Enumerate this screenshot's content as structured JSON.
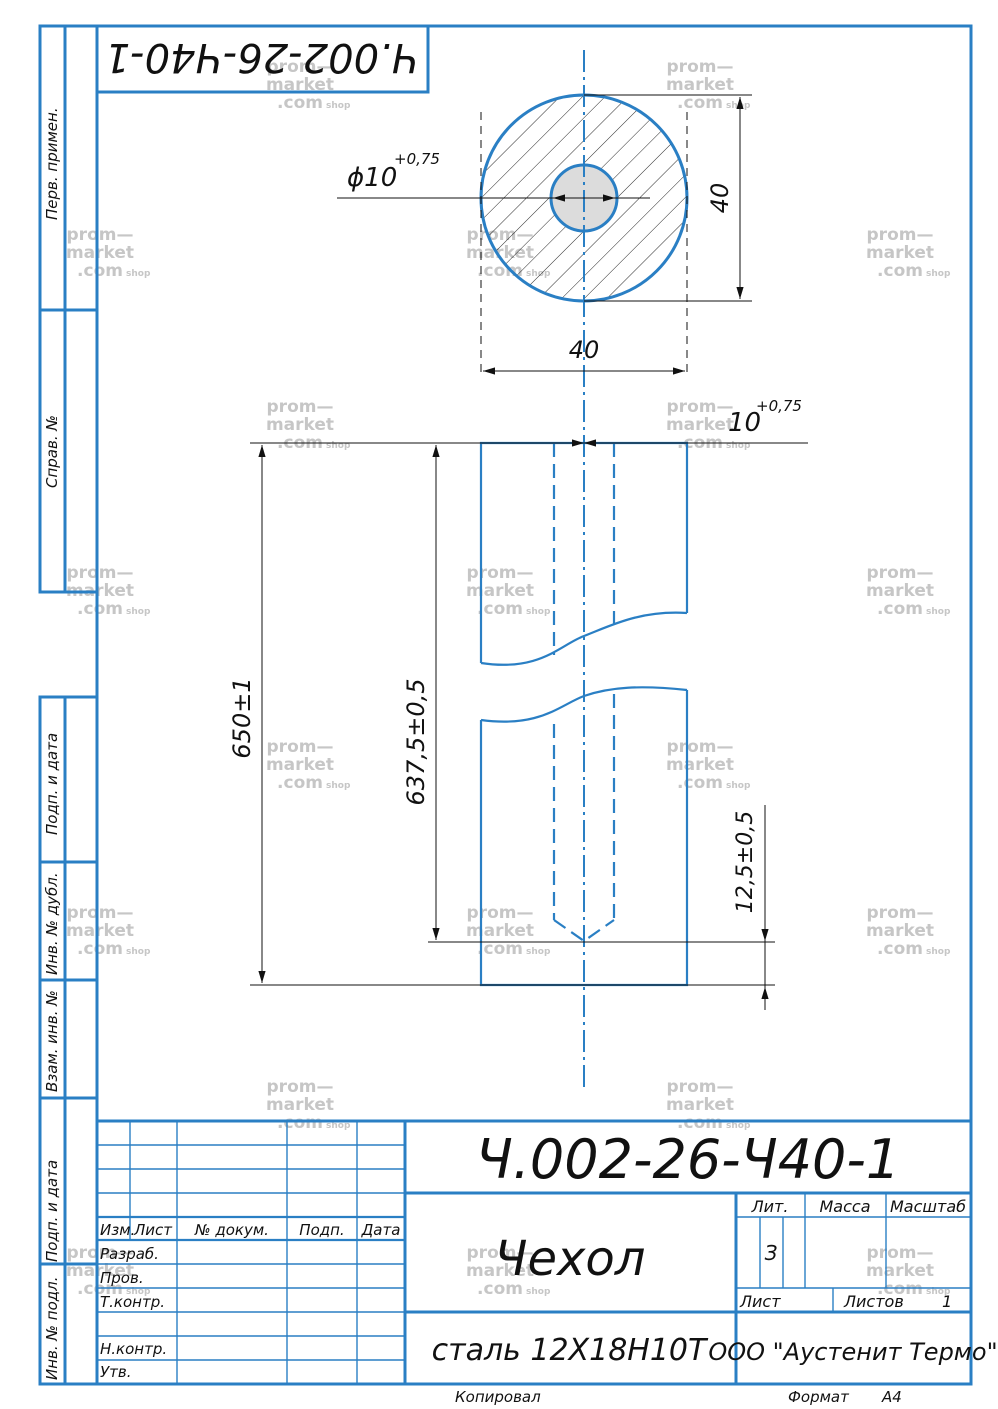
{
  "drawing": {
    "number": "Ч.002-26-Ч40-1",
    "number_rotated": "Ч.002-26-Ч40-1",
    "title": "Чехол",
    "material": "сталь 12Х18Н10Т",
    "company": "ООО \"Аустенит Термо\"",
    "litera": "З",
    "sheets_total": "1"
  },
  "side_labels": {
    "perv_primen": "Перв. примен.",
    "sprav_no": "Справ. №",
    "podp_data_1": "Подп. и дата",
    "inv_dubl": "Инв. № дубл.",
    "vzam_inv": "Взам. инв. №",
    "podp_data_2": "Подп. и дата",
    "inv_podl": "Инв. № подл."
  },
  "title_block": {
    "col_izm": "Изм.",
    "col_list": "Лист",
    "col_dokum": "№ докум.",
    "col_podp": "Подп.",
    "col_data": "Дата",
    "row_razrab": "Разраб.",
    "row_prov": "Пров.",
    "row_tkontr": "Т.контр.",
    "row_nkontr": "Н.контр.",
    "row_utv": "Утв.",
    "lit_label": "Лит.",
    "massa_label": "Масса",
    "masshtab_label": "Масштаб",
    "list_label": "Лист",
    "listov_label": "Листов"
  },
  "footer": {
    "kopiroval": "Копировал",
    "format_label": "Формат",
    "format_value": "А4"
  },
  "dimensions": {
    "hole_dia": "ϕ10",
    "hole_tol": "+0,75",
    "outer_dia": "40",
    "width": "40",
    "bore": "10",
    "bore_tol": "+0,75",
    "length_total": "650±1",
    "bore_depth": "637,5±0,5",
    "bottom": "12,5±0,5"
  },
  "watermark": {
    "line1": "prom—",
    "line2": "market",
    "line3": ".com",
    "suffix": "shop"
  },
  "colors": {
    "frame": "#2a7fc4",
    "section_fill": "#dcdcdc",
    "watermark": "#c6c6c6"
  }
}
